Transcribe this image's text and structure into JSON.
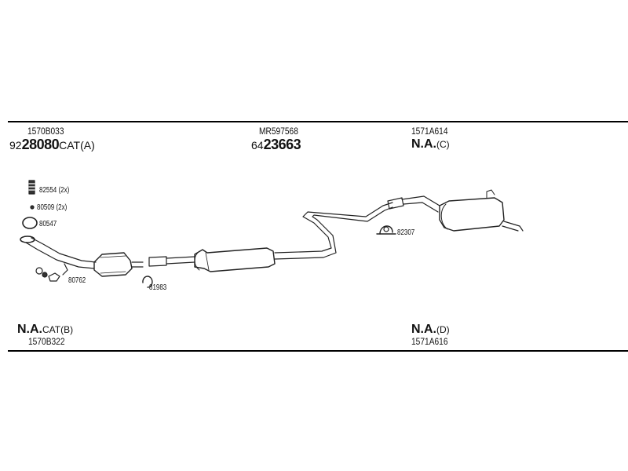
{
  "top_labels": [
    {
      "part": "1570B033",
      "ref_prefix": "92",
      "ref_main": "28080",
      "ref_suffix": "CAT(A)"
    },
    {
      "part": "MR597568",
      "ref_prefix": "64",
      "ref_main": "23663",
      "ref_suffix": ""
    },
    {
      "part": "1571A614",
      "na": "N.A.",
      "na_suffix": "(C)"
    }
  ],
  "bottom_labels": [
    {
      "na": "N.A.",
      "na_suffix": "CAT(B)",
      "part": "1570B322"
    },
    {
      "na": "N.A.",
      "na_suffix": "(D)",
      "part": "1571A616"
    }
  ],
  "callouts": {
    "c82554": "82554 (2x)",
    "c80509": "80509 (2x)",
    "c80547": "80547",
    "c80762": "80762",
    "c81983": "81983",
    "c82307": "82307"
  }
}
